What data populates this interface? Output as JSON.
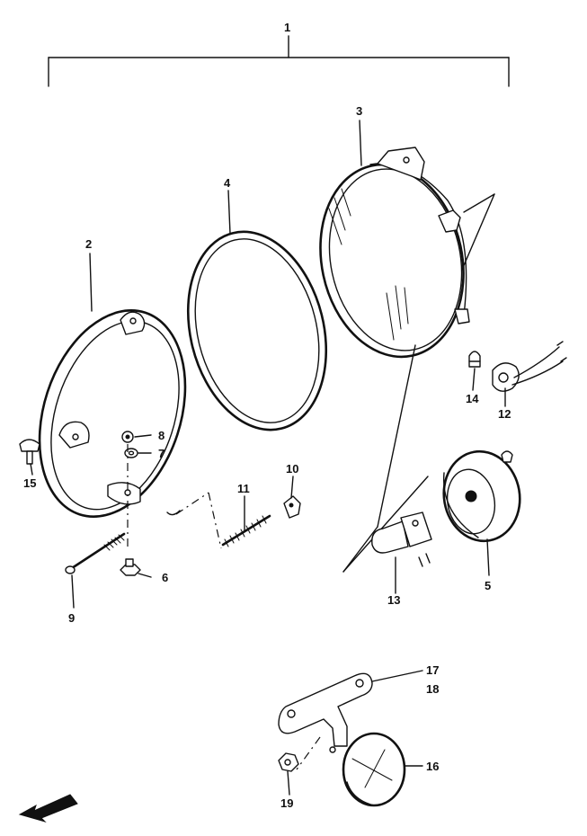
{
  "diagram": {
    "labels": {
      "p1": "1",
      "p2": "2",
      "p3": "3",
      "p4": "4",
      "p5": "5",
      "p6": "6",
      "p7": "7",
      "p8": "8",
      "p9": "9",
      "p10": "10",
      "p11": "11",
      "p12": "12",
      "p13": "13",
      "p14": "14",
      "p15": "15",
      "p16": "16",
      "p17": "17",
      "p18": "18",
      "p19": "19"
    },
    "colors": {
      "ink": "#111111",
      "paper": "#ffffff"
    },
    "icons": {
      "direction_arrow": "front-direction-arrow-icon"
    }
  }
}
